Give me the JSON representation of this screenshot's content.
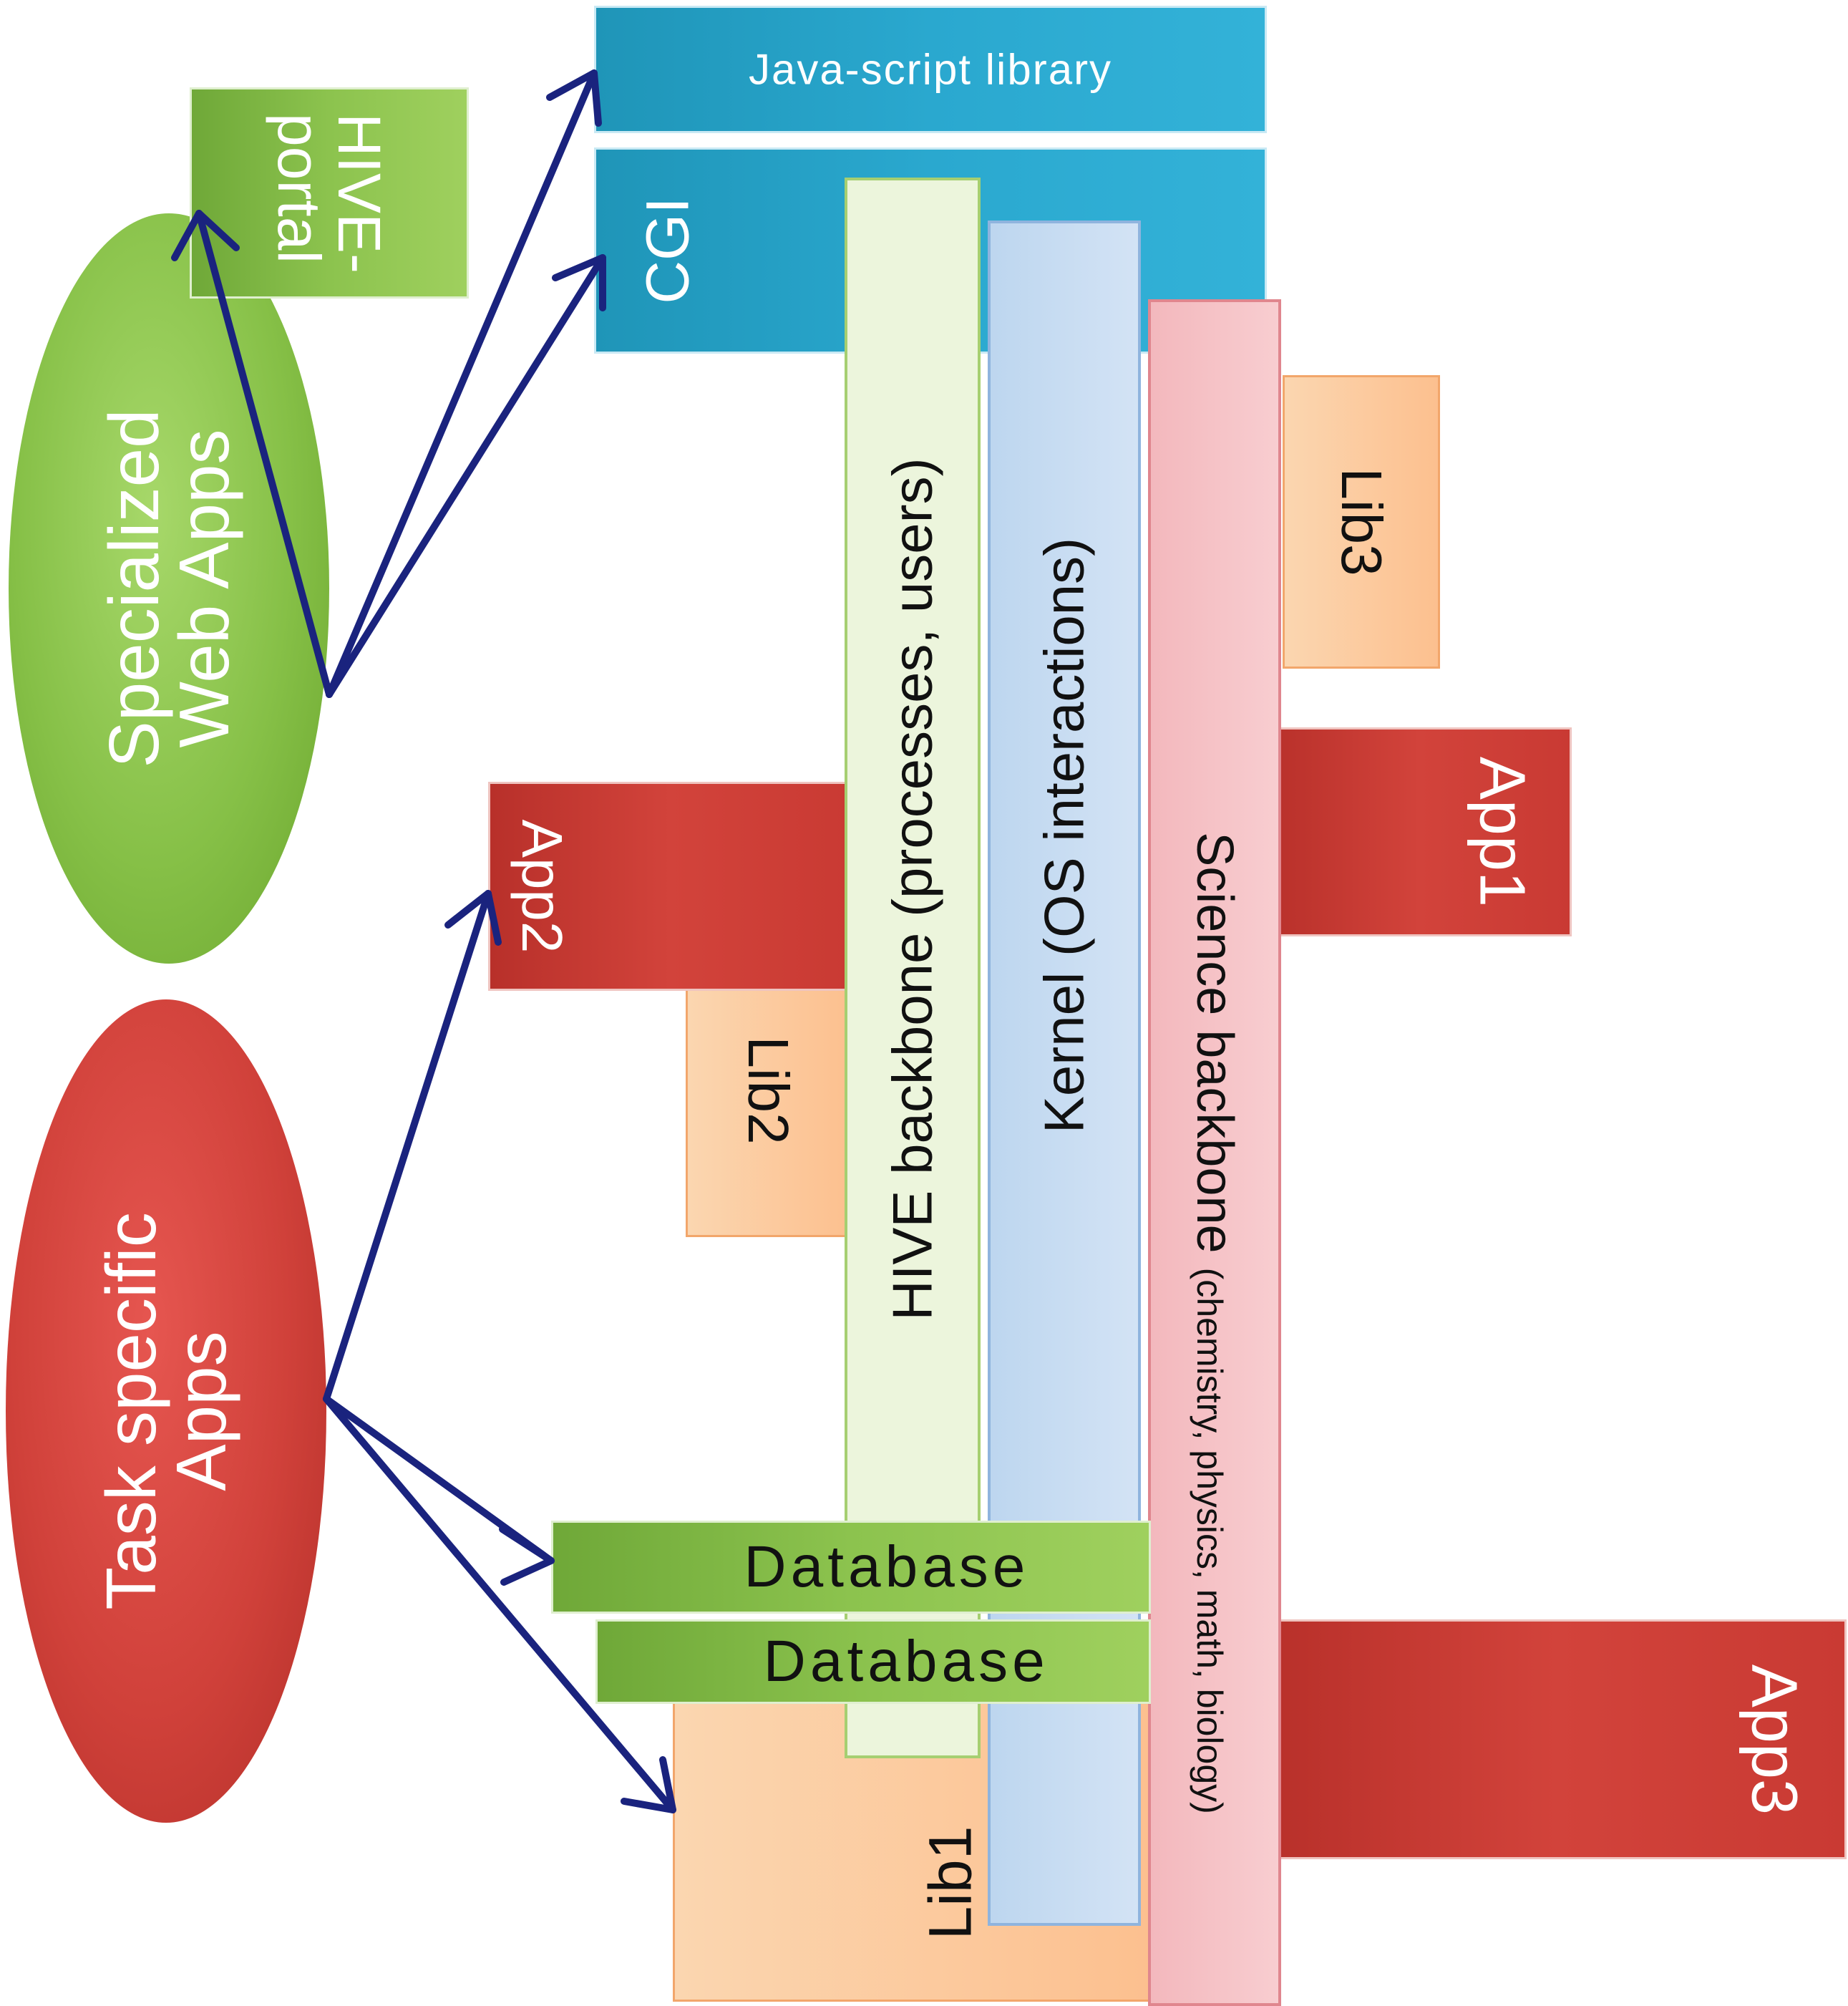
{
  "ellipses": {
    "web_apps": "Specialized\nWeb Apps",
    "task_apps": "Task specific\nApps"
  },
  "blocks": {
    "hive_portal": "HIVE-\nportal",
    "js_library": "Java-script library",
    "cgi": "CGI",
    "app2": "App2",
    "lib2": "Lib2",
    "hive_backbone": "HIVE backbone (processes, users)",
    "kernel": "Kernel (OS interactions)",
    "science_backbone": "Science backbone",
    "science_detail": "(chemistry, physics, math, biology)",
    "lib3": "Lib3",
    "app1": "App1",
    "database_1": "Database",
    "database_2": "Database",
    "lib1": "Lib1",
    "app3": "App3"
  },
  "colors": {
    "arrow": "#1a237e",
    "green": "#8cc34e",
    "blue": "#2aa8cf",
    "red": "#d2433b",
    "peach": "#fcc08f"
  }
}
